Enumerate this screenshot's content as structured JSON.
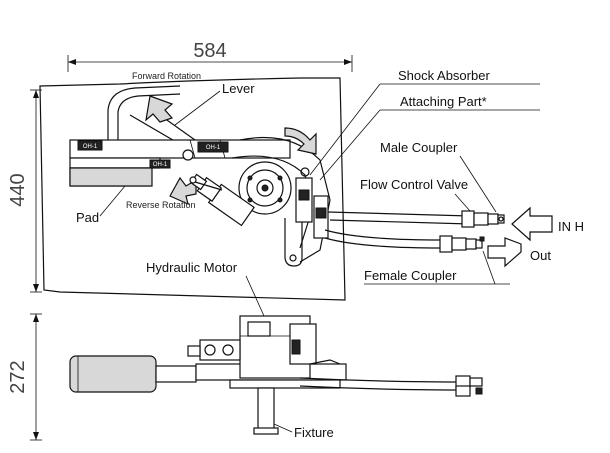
{
  "dimensions": {
    "width": "584",
    "height_top": "440",
    "height_bottom": "272"
  },
  "labels": {
    "forward_rotation": "Forward Rotation",
    "lever": "Lever",
    "reverse_rotation": "Reverse Rotation",
    "pad": "Pad",
    "shock_absorber": "Shock Absorber",
    "attaching_part": "Attaching Part*",
    "male_coupler": "Male Coupler",
    "flow_control_valve": "Flow Control Valve",
    "in": "IN H",
    "out": "Out",
    "female_coupler": "Female Coupler",
    "hydraulic_motor": "Hydraulic Motor",
    "fixture": "Fixture"
  },
  "plate_tags": [
    "OH-1",
    "OH-1",
    "OH-1"
  ]
}
